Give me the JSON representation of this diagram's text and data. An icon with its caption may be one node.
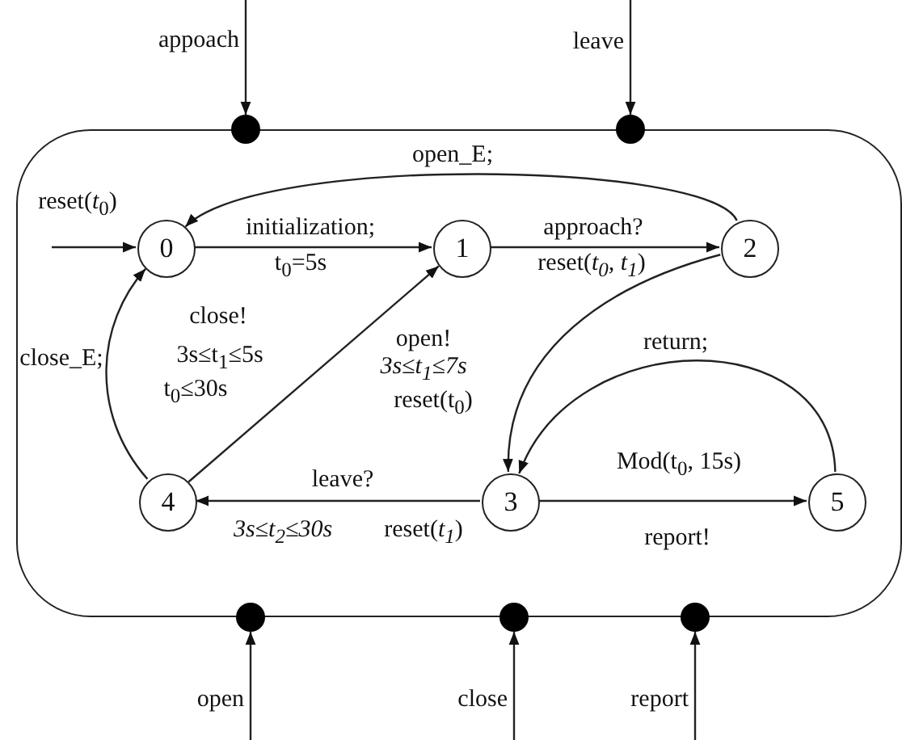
{
  "diagram": {
    "nodes": [
      {
        "text": [],
        "shape": "box"
      },
      {
        "text": [
          "0"
        ],
        "in": 0
      },
      {
        "text": [
          "1"
        ],
        "in": 0
      },
      {
        "text": [
          "2"
        ],
        "in": 0
      },
      {
        "text": [
          "3"
        ],
        "in": 0
      },
      {
        "text": [
          "4"
        ],
        "in": 0
      },
      {
        "text": [
          "5"
        ],
        "in": 0
      },
      {
        "text": [],
        "shape": "circle"
      },
      {
        "text": [],
        "shape": "circle"
      },
      {
        "text": [],
        "shape": "circle"
      },
      {
        "text": [],
        "shape": "circle"
      },
      {
        "text": [],
        "shape": "circle"
      },
      {
        "text": [
          "appoach"
        ]
      },
      {
        "text": [
          "leave"
        ]
      },
      {
        "text": [
          "open"
        ]
      },
      {
        "text": [
          "close"
        ]
      },
      {
        "text": [
          "report"
        ]
      }
    ],
    "edges": [
      {
        "from": null,
        "to": 1,
        "arrow": "to",
        "label": "reset(*t*$_{0}$)"
      },
      {
        "from": 1,
        "to": 2,
        "arrow": "to",
        "label": "initialization;"
      },
      {
        "from": 2,
        "to": 3,
        "arrow": "to",
        "label": "approach?"
      },
      {
        "from": 3,
        "to": 1,
        "arrow": "to",
        "label": "open_E;"
      },
      {
        "from": 3,
        "to": 4,
        "arrow": "to"
      },
      {
        "from": 5,
        "to": 2,
        "arrow": "to",
        "label": "open!"
      },
      {
        "from": 5,
        "to": 1,
        "arrow": "to"
      },
      {
        "from": 4,
        "to": 5,
        "arrow": "to",
        "label": "leave?"
      },
      {
        "from": 4,
        "to": 6,
        "arrow": "to",
        "label": "Mod(t$_{0}$, 15s)"
      },
      {
        "from": 6,
        "to": 4,
        "arrow": "to",
        "label": "return;"
      },
      {
        "from": 12,
        "to": 7,
        "arrow": "to"
      },
      {
        "from": 13,
        "to": 8,
        "arrow": "to"
      },
      {
        "from": 14,
        "to": 9,
        "arrow": "to"
      },
      {
        "from": 15,
        "to": 10,
        "arrow": "to"
      },
      {
        "from": 16,
        "to": 11,
        "arrow": "to"
      }
    ],
    "labels": [
      "t$_{0}$=5s",
      "reset(*t$_{0}$, t$_{1}$*)",
      "close!",
      "close_E;",
      "3s≤t$_{1}$≤5s",
      "t$_{0}$≤30s",
      "3s≤t$_{1}$≤7s",
      "reset(t$_{0}$)",
      "3s≤t$_{2}$≤30s",
      "reset(*t$_{1}$*)",
      "report!"
    ]
  }
}
